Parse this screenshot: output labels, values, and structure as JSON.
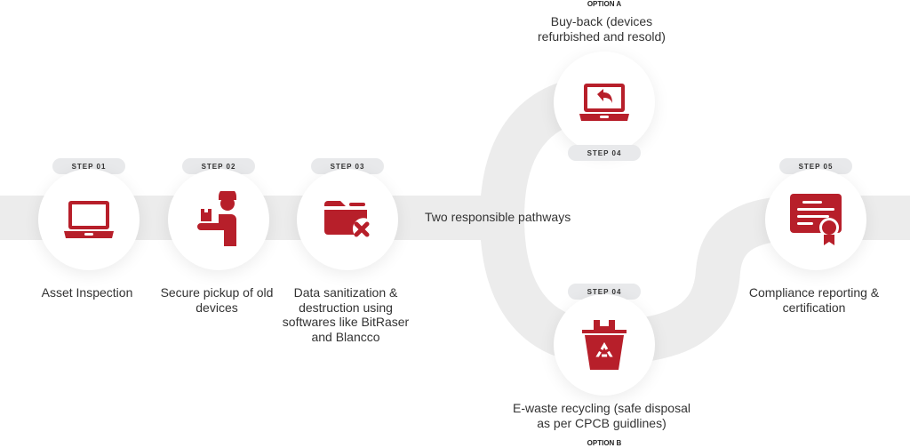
{
  "colors": {
    "accent": "#b71f2a",
    "path": "#ececec",
    "pill": "#e8e9eb"
  },
  "middle_label": "Two responsible pathways",
  "steps": [
    {
      "badge": "STEP 01",
      "label": "Asset Inspection",
      "icon": "laptop-icon"
    },
    {
      "badge": "STEP 02",
      "label": "Secure pickup of old devices",
      "icon": "delivery-person-icon"
    },
    {
      "badge": "STEP 03",
      "label": "Data sanitization & destruction using softwares like BitRaser and Blancco",
      "icon": "folder-delete-icon"
    },
    {
      "badge": "STEP 04",
      "option": "OPTION A",
      "label": "Buy-back (devices refurbished and resold)",
      "icon": "laptop-return-icon"
    },
    {
      "badge": "STEP 04",
      "option": "OPTION B",
      "label": "E-waste recycling (safe disposal as per CPCB guidlines)",
      "icon": "recycle-bin-icon"
    },
    {
      "badge": "STEP 05",
      "label": "Compliance reporting & certification",
      "icon": "certificate-icon"
    }
  ]
}
